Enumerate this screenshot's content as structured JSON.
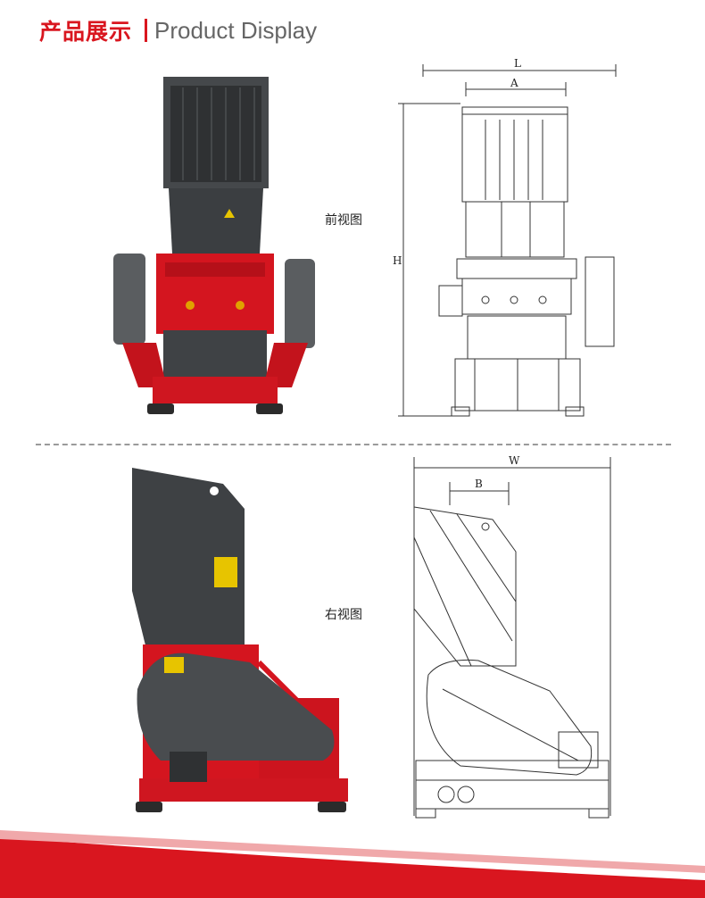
{
  "header": {
    "title_cn": "产品展示",
    "title_en": "Product Display"
  },
  "views": {
    "front_label": "前视图",
    "side_label": "右视图"
  },
  "dimensions": {
    "L": "L",
    "A": "A",
    "H": "H",
    "W": "W",
    "B": "B"
  },
  "colors": {
    "brand_red": "#d9161f",
    "machine_red": "#d4151f",
    "machine_gray": "#4a4d50",
    "divider": "#9a9a9a"
  }
}
